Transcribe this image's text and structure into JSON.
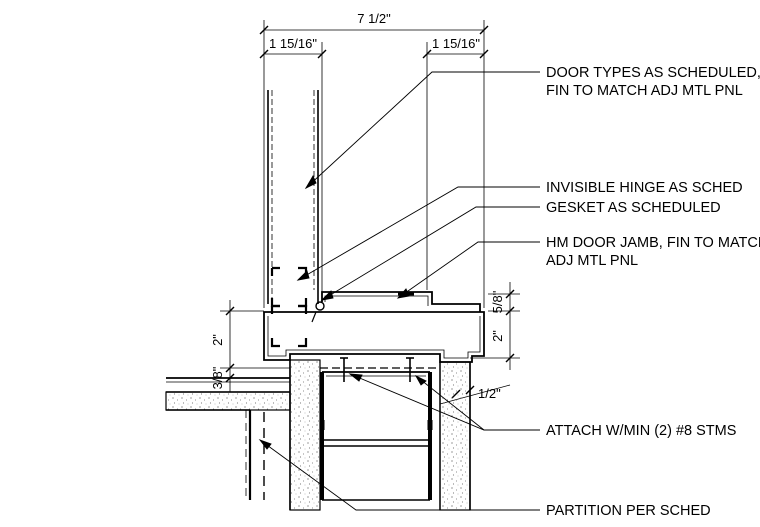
{
  "dimensions": {
    "overall": "7 1/2\"",
    "left_leaf": "1 15/16\"",
    "right_leaf": "1 15/16\"",
    "jamb_return": "5/8\"",
    "jamb_depth_right": "2\"",
    "jamb_depth_left": "2\"",
    "shim": "3/8\"",
    "reveal": "1/2\""
  },
  "notes": {
    "door_types_line1": "DOOR TYPES AS SCHEDULED,",
    "door_types_line2": "FIN TO MATCH ADJ MTL PNL",
    "hinge": "INVISIBLE HINGE AS SCHED",
    "gasket": "GESKET AS SCHEDULED",
    "jamb_line1": "HM DOOR JAMB, FIN TO MATCH",
    "jamb_line2": "ADJ MTL PNL",
    "attach": "ATTACH W/MIN (2) #8 STMS",
    "partition": "PARTITION PER SCHED"
  }
}
